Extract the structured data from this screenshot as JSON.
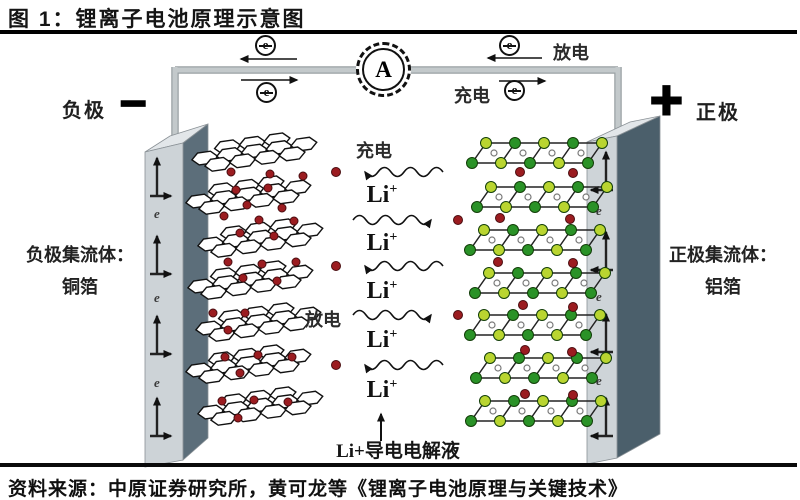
{
  "title": "图 1：锂离子电池原理示意图",
  "source": "资料来源：中原证券研究所，黄可龙等《锂离子电池原理与关键技术》",
  "circuit": {
    "ammeter": "A",
    "electron": "e",
    "discharge": "放电",
    "charge": "充电"
  },
  "anode": {
    "name": "负极",
    "sign": "−",
    "collector_title": "负极集流体：",
    "collector_material": "铜箔",
    "electron": "e"
  },
  "cathode": {
    "name": "正极",
    "sign": "+",
    "collector_title": "正极集流体：",
    "collector_material": "铝箔",
    "electron": "e"
  },
  "center": {
    "charge": "充电",
    "discharge": "放电",
    "ion": "Li",
    "ion_charge": "+",
    "electrolyte": "Li+导电电解液"
  },
  "colors": {
    "li_ion_dot": "#9b1c20",
    "lattice_node_green": "#2a9227",
    "lattice_node_yellow": "#b9d530",
    "electrode_side": "#576a76",
    "wire_gray": "#c3c9cb"
  }
}
